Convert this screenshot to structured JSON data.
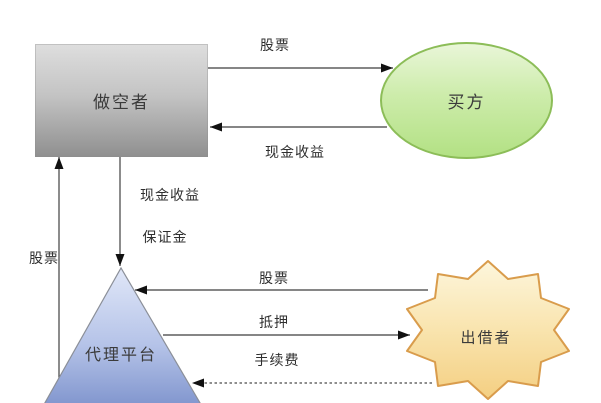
{
  "nodes": {
    "short_seller": {
      "label": "做空者",
      "shape": "rectangle",
      "fill_top": "#dedede",
      "fill_bottom": "#8f8f8f"
    },
    "buyer": {
      "label": "买方",
      "shape": "ellipse",
      "fill_top": "#e9f6d8",
      "fill_bottom": "#b3e184",
      "border": "#8cbd58"
    },
    "agent_platform": {
      "label": "代理平台",
      "shape": "triangle",
      "fill_top": "#e0e7f8",
      "fill_bottom": "#7f94cd",
      "border": "#8b8f98"
    },
    "lender": {
      "label": "出借者",
      "shape": "star",
      "fill_top": "#fdf6dc",
      "fill_bottom": "#f4cf82",
      "border": "#d99c4c"
    }
  },
  "edges": {
    "stock_to_buyer": {
      "label": "股票",
      "from": "short_seller",
      "to": "buyer",
      "line": "solid"
    },
    "cash_from_buyer": {
      "label": "现金收益",
      "from": "buyer",
      "to": "short_seller",
      "line": "solid"
    },
    "cash_and_margin_to_platform": {
      "labels": [
        "现金收益",
        "保证金"
      ],
      "from": "short_seller",
      "to": "agent_platform",
      "line": "solid"
    },
    "stock_to_short_seller": {
      "label": "股票",
      "from": "agent_platform",
      "to": "short_seller",
      "line": "solid"
    },
    "stock_to_platform": {
      "label": "股票",
      "from": "lender",
      "to": "agent_platform",
      "line": "solid"
    },
    "collateral_to_lender": {
      "label": "抵押",
      "from": "agent_platform",
      "to": "lender",
      "line": "solid"
    },
    "fee_to_platform": {
      "label": "手续费",
      "from": "lender",
      "to": "agent_platform",
      "line": "dashed"
    }
  },
  "colors": {
    "background": "#ffffff",
    "line": "#3f3f3f",
    "arrowhead": "#111111",
    "label_text": "#2f2f2f"
  }
}
